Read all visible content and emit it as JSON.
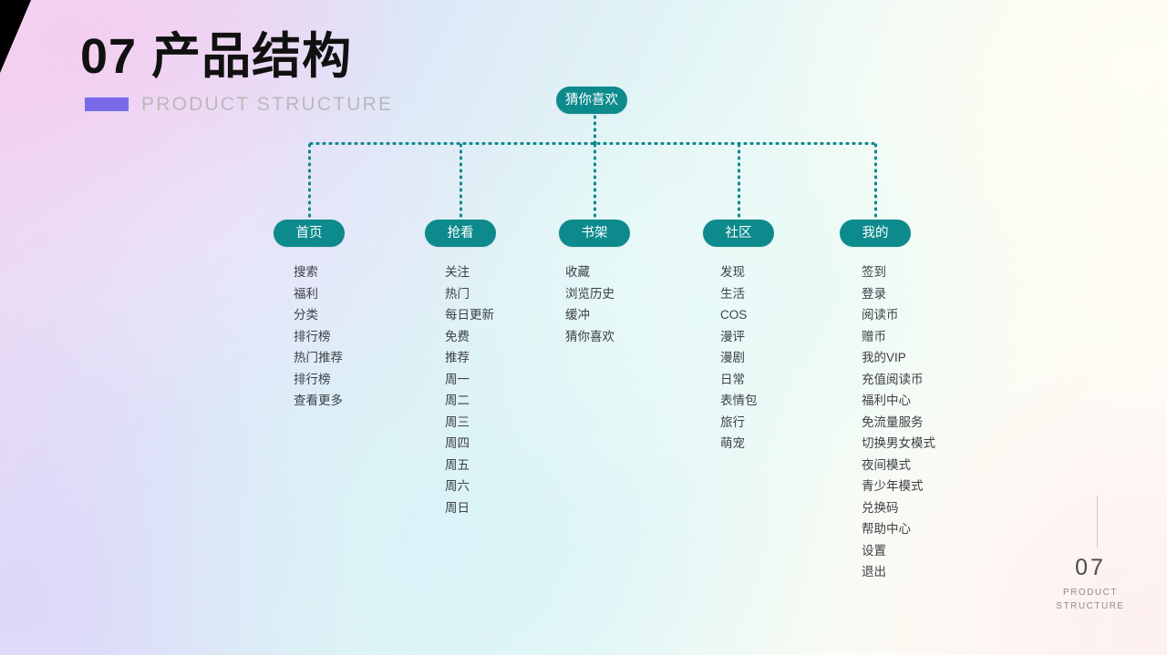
{
  "heading": {
    "title": "07 产品结构",
    "subtitle_en": "PRODUCT STRUCTURE"
  },
  "colors": {
    "node_teal": "#0d8a8c",
    "accent_purple": "#7b6ae8",
    "connector": "#0d8a8c",
    "item_text": "#3d4046",
    "subtitle_grey": "#b9b9b9"
  },
  "tree": {
    "root": {
      "label": "猜你喜欢"
    },
    "columns": [
      {
        "label": "首页",
        "items": [
          "搜索",
          "福利",
          "分类",
          "排行榜",
          "热门推荐",
          "排行榜",
          "查看更多"
        ]
      },
      {
        "label": "抢看",
        "items": [
          "关注",
          "热门",
          "每日更新",
          "免费",
          "推荐",
          "周一",
          "周二",
          "周三",
          "周四",
          "周五",
          "周六",
          "周日"
        ]
      },
      {
        "label": "书架",
        "items": [
          "收藏",
          "浏览历史",
          "缓冲",
          "猜你喜欢"
        ]
      },
      {
        "label": "社区",
        "items": [
          "发现",
          "生活",
          "COS",
          "漫评",
          "漫剧",
          "日常",
          "表情包",
          "旅行",
          "萌宠"
        ]
      },
      {
        "label": "我的",
        "items": [
          "签到",
          "登录",
          "阅读币",
          "赠币",
          "我的VIP",
          "充值阅读币",
          "福利中心",
          "免流量服务",
          "切换男女模式",
          "夜间模式",
          "青少年模式",
          "兑换码",
          "帮助中心",
          "设置",
          "退出"
        ]
      }
    ]
  },
  "corner_mark": {
    "number": "07",
    "line1": "PRODUCT",
    "line2": "STRUCTURE"
  }
}
